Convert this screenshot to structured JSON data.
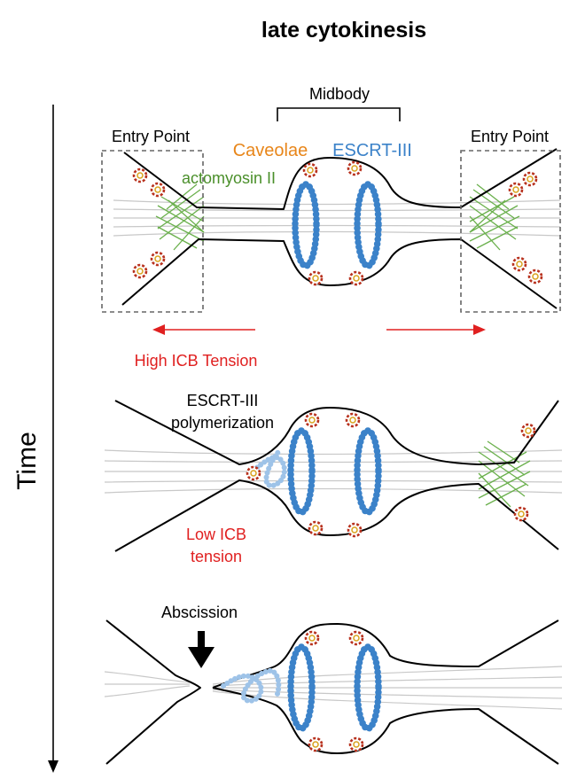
{
  "title": "late cytokinesis",
  "time_label": "Time",
  "labels": {
    "midbody": "Midbody",
    "entry_point_left": "Entry Point",
    "entry_point_right": "Entry Point",
    "caveolae": "Caveolae",
    "escrt": "ESCRT-III",
    "actomyosin": "actomyosin II",
    "high_tension": "High ICB Tension",
    "escrt_poly_line1": "ESCRT-III",
    "escrt_poly_line2": "polymerization",
    "low_tension_line1": "Low ICB",
    "low_tension_line2": "tension",
    "abscission": "Abscission"
  },
  "colors": {
    "caveolae": "#e8861a",
    "escrt": "#3b82c9",
    "escrt_light": "#9ec3e8",
    "actomyosin": "#4a8f2a",
    "tension": "#e02020",
    "caveola_dot": "#d9a21c",
    "caveola_ring": "#b8321e"
  }
}
